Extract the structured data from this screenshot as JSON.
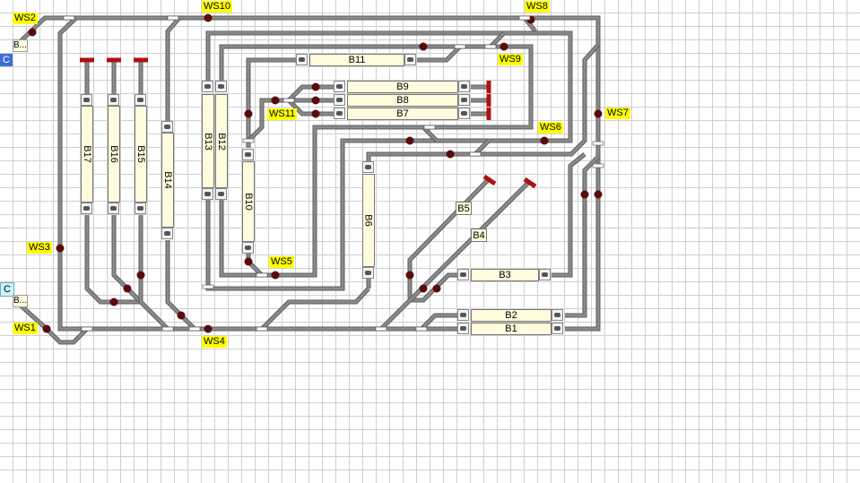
{
  "colors": {
    "track": "#8a8a8a",
    "signal": "#5a0a0a",
    "bumper": "#b01010",
    "label_bg": "#ffff00",
    "block_bg": "#fffbdc",
    "c_active": "#3a6fd8",
    "c_inactive": "#c8f4ff"
  },
  "station_labels": [
    "WS1",
    "WS2",
    "WS3",
    "WS4",
    "WS5",
    "WS6",
    "WS7",
    "WS8",
    "WS9",
    "WS10",
    "WS11"
  ],
  "blocks": [
    "B1",
    "B2",
    "B3",
    "B4",
    "B5",
    "B6",
    "B7",
    "B8",
    "B9",
    "B10",
    "B11",
    "B12",
    "B13",
    "B14",
    "B15",
    "B16",
    "B17"
  ],
  "connectors": [
    {
      "c": "C",
      "b": "B..."
    },
    {
      "c": "C",
      "b": "B..."
    }
  ]
}
